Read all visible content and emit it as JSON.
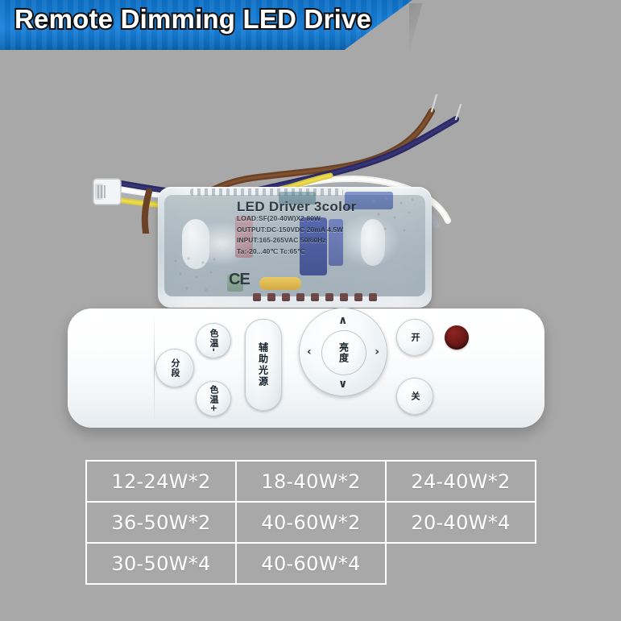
{
  "banner": {
    "title": "Remote Dimming LED Drive",
    "accent_color": "#1a82dd",
    "text_color": "#ffffff"
  },
  "background_color": "#a8a8a8",
  "product": {
    "driver": {
      "name": "LED Driver 3color",
      "label_lines": [
        "LOAD:SF(20-40W)X2 80W",
        "OUTPUT:DC-150VDC 20mA 4.5W",
        "INPUT:165-265VAC 50/60Hz",
        "Ta:-20...40℃  Tc:65℃"
      ],
      "certification_mark": "CE",
      "pin_count": 9,
      "wire_colors": [
        "#c08a5a",
        "#7a5a3a",
        "#2e2a6e",
        "#e8e8e8",
        "#e6d24a",
        "#b9c0c6"
      ],
      "connector": "jst-connector"
    },
    "remote": {
      "buttons": [
        {
          "id": "segment",
          "label": "分段",
          "name": "segment-button"
        },
        {
          "id": "cct_minus",
          "label": "色温-",
          "name": "color-temp-down-button"
        },
        {
          "id": "cct_plus",
          "label": "色温+",
          "name": "color-temp-up-button"
        },
        {
          "id": "aux",
          "label": "辅助光源",
          "name": "auxiliary-light-button"
        },
        {
          "id": "on",
          "label": "开",
          "name": "power-on-button"
        },
        {
          "id": "off",
          "label": "关",
          "name": "power-off-button"
        }
      ],
      "dpad": {
        "center_label": "亮度",
        "up": "∧",
        "down": "∨",
        "left": "‹",
        "right": "›"
      },
      "indicator_color": "#6f1a18",
      "body_color": "#ffffff"
    }
  },
  "spec_table": {
    "rows": [
      [
        "12-24W*2",
        "18-40W*2",
        "24-40W*2"
      ],
      [
        "36-50W*2",
        "40-60W*2",
        "20-40W*4"
      ],
      [
        "30-50W*4",
        "40-60W*4",
        ""
      ]
    ],
    "border_color": "#ffffff",
    "text_color": "#ffffff"
  }
}
